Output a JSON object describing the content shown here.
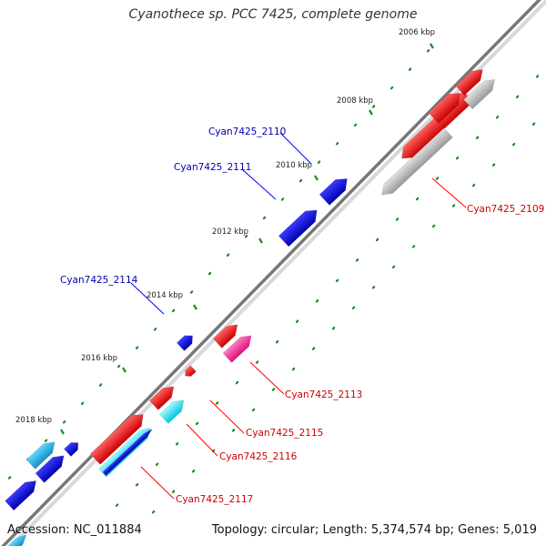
{
  "title": "Cyanothece sp. PCC 7425, complete genome",
  "footer": {
    "accession": "Accession: NC_011884",
    "summary": "Topology: circular; Length: 5,374,574 bp; Genes: 5,019"
  },
  "ticks": [
    {
      "label": "2006 kbp",
      "pos": 2006
    },
    {
      "label": "2008 kbp",
      "pos": 2008
    },
    {
      "label": "2010 kbp",
      "pos": 2010
    },
    {
      "label": "2012 kbp",
      "pos": 2012
    },
    {
      "label": "2014 kbp",
      "pos": 2014
    },
    {
      "label": "2016 kbp",
      "pos": 2016
    },
    {
      "label": "2018 kbp",
      "pos": 2018
    }
  ],
  "genes": [
    {
      "name": "Cyan7425_2109",
      "strand": "minus",
      "color": "#ff0000"
    },
    {
      "name": "Cyan7425_2110",
      "strand": "plus",
      "color": "#0000ff"
    },
    {
      "name": "Cyan7425_2111",
      "strand": "plus",
      "color": "#0000ff"
    },
    {
      "name": "Cyan7425_2113",
      "strand": "minus",
      "color": "#ff0000"
    },
    {
      "name": "Cyan7425_2114",
      "strand": "plus",
      "color": "#0000ff"
    },
    {
      "name": "Cyan7425_2115",
      "strand": "minus",
      "color": "#ff0000"
    },
    {
      "name": "Cyan7425_2116",
      "strand": "minus",
      "color": "#ff0000"
    },
    {
      "name": "Cyan7425_2117",
      "strand": "minus",
      "color": "#ff0000"
    }
  ],
  "colors": {
    "backbone": "#777777",
    "plus_label": "#0000aa",
    "minus_label": "#cc0000",
    "tick_green": "#1a8c1a",
    "gene_red": "#ff0000",
    "gene_blue": "#0000ff",
    "gene_grey": "#bbbbbb",
    "gene_cyan": "#00eeff",
    "gene_pink": "#ff2a9a",
    "gene_lightblue": "#20b8e8"
  }
}
